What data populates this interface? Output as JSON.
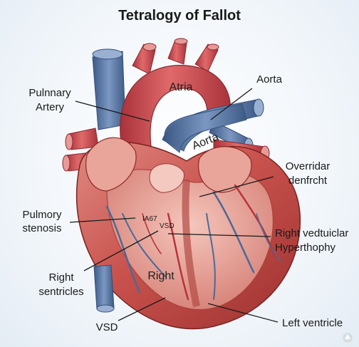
{
  "title": "Tetralogy of Fallot",
  "labels": {
    "pulmonary_artery": [
      "Pulnnary",
      "Artery"
    ],
    "atria": "Atria",
    "aorta_top": "Aorta",
    "aorta_vessel": "Aorta",
    "overriding": [
      "Overridar",
      "denfrcht"
    ],
    "pulmonary_stenosis": [
      "Pulmory",
      "stenosis"
    ],
    "small_tag": "IA67",
    "vsd_inner": "VSD",
    "rv_hypertrophy": [
      "Right vedtuiclar",
      "Hyperthophy"
    ],
    "right_sentricles": [
      "Right",
      "sentricles"
    ],
    "right_inner": "Right",
    "vsd_bottom": "VSD",
    "left_ventricle": "Left ventricle"
  },
  "colors": {
    "muscle": "#c7504c",
    "muscle_light": "#e38a7e",
    "muscle_dark": "#8e2a28",
    "artery_red": "#c9474a",
    "vein_blue": "#5a79a6",
    "vein_blue_dark": "#3c5680",
    "inner_pink": "#f0b6ad"
  },
  "icons": [
    "watermark-icon"
  ]
}
